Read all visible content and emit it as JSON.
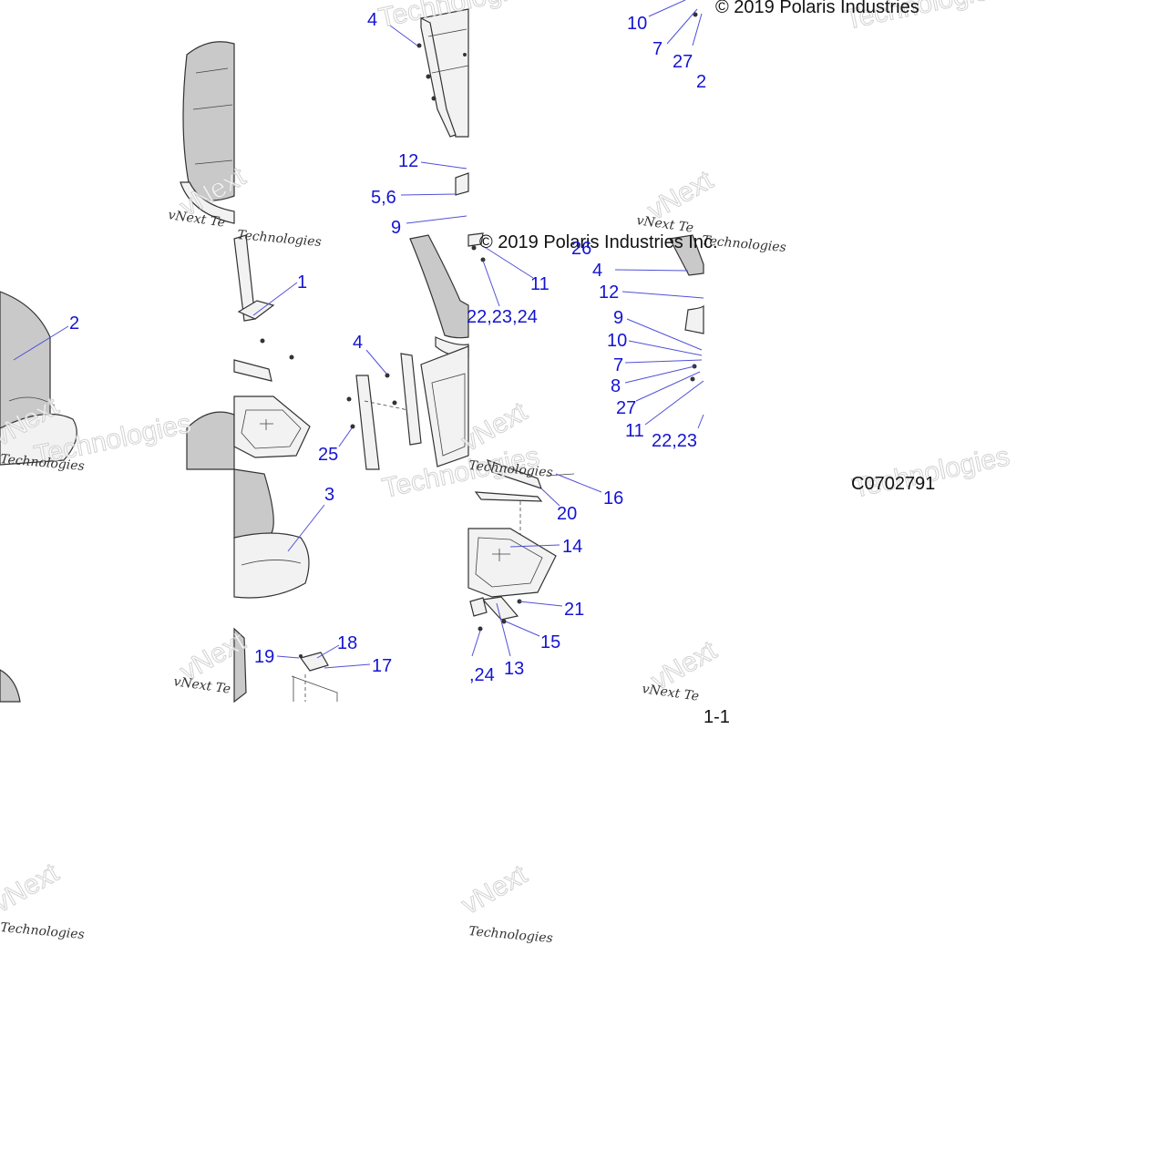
{
  "copyright": "© 2019 Polaris Industries",
  "copyright_partial": "© 2019 Polaris Industries Inc.",
  "diagram_code": "C0702791",
  "page_marker": "1-1",
  "watermark": {
    "brand": "vNext",
    "word": "Technologies",
    "short": "vNext Te"
  },
  "callouts": {
    "c4_top": "4",
    "c10_top": "10",
    "c7_top": "7",
    "c27_top": "27",
    "c2_top": "2",
    "c12_top": "12",
    "c56": "5,6",
    "c9_top": "9",
    "c26": "26",
    "c4_right": "4",
    "c12_right": "12",
    "c9_right": "9",
    "c10_right": "10",
    "c7_right": "7",
    "c8": "8",
    "c27_right": "27",
    "c11_right": "11",
    "c22_right": "22,23",
    "c11_mid": "11",
    "c222324": "22,23,24",
    "c2_left": "2",
    "c1": "1",
    "c4_mid": "4",
    "c25": "25",
    "c3": "3",
    "c16": "16",
    "c20": "20",
    "c14": "14",
    "c21": "21",
    "c15": "15",
    "c13": "13",
    "c24_low": ",24",
    "c19": "19",
    "c18": "18",
    "c17": "17"
  }
}
